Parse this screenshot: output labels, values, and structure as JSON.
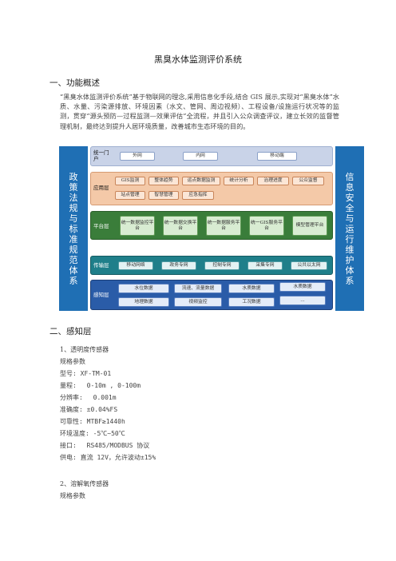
{
  "title": "黑臭水体监测评价系统",
  "section1": {
    "heading": "一、功能概述",
    "paragraph": "“黑臭水体监测评价系统”基于物联网的理念,采用信息化手段,结合 GIS 展示,实现对“黑臭水体”水质、水量、污染源排放、环境因素（水文、管网、周边视频）、工程设备/设施运行状况等的监测，贯穿“源头预防—过程监测—效果评估”全流程，并且引入公众调查评议，建立长效的监督管理机制，最终达到提升人居环境质量，改善城市生态环境的目的。"
  },
  "diagram": {
    "left_label": "政策法规与标准规范体系",
    "right_label": "信息安全与运行维护体系",
    "layers": [
      {
        "name": "统一门户",
        "cells": [
          "外网",
          "内网",
          "移动端"
        ]
      },
      {
        "name": "应用层",
        "cells": [
          "GIS监测",
          "整体趋势",
          "运点数据监测",
          "统计分析",
          "治理进度",
          "公众监督",
          "站点管理",
          "智慧管理",
          "应急指挥"
        ]
      },
      {
        "name": "平台层",
        "cells": [
          "统一数据监控平台",
          "统一数据交换平台",
          "统一数据服务平台",
          "统一GIS服务平台",
          "模型管理平台"
        ]
      },
      {
        "name": "传输层",
        "cells": [
          "移动网络",
          "政务专网",
          "控制专网",
          "采集专网",
          "公共以太网"
        ]
      },
      {
        "name": "感知层",
        "cells": [
          "水位数据",
          "流速、流量数据",
          "水质数据",
          "水质数据",
          "地理数据",
          "视频监控",
          "工况数据",
          "..."
        ]
      }
    ]
  },
  "section2": {
    "heading": "二、感知层",
    "item1_title": "1、透明度传感器",
    "item1_lines": [
      "规格参数",
      "型号: XF-TM-01",
      "量程:　 0-10m , 0-100m",
      "分辨率:　 0.001m",
      "准确度: ±0.04%FS",
      "可靠性: MTBF≥1440h",
      "环境温度: -5℃~50℃",
      "接口:　 RS485/MODBUS 协议",
      "供电: 直流 12V，允许波动±15%"
    ],
    "item2_title": "2、溶解氧传感器",
    "item2_lines": [
      "规格参数"
    ]
  },
  "colors": {
    "side_blue": "#1f6fb4",
    "portal_bg": "#c9d3e8",
    "app_bg": "#f4c9a8",
    "platform_bg": "#3a7d3a",
    "transport_bg": "#1f7f8a",
    "sensing_bg": "#2a5ca8"
  }
}
